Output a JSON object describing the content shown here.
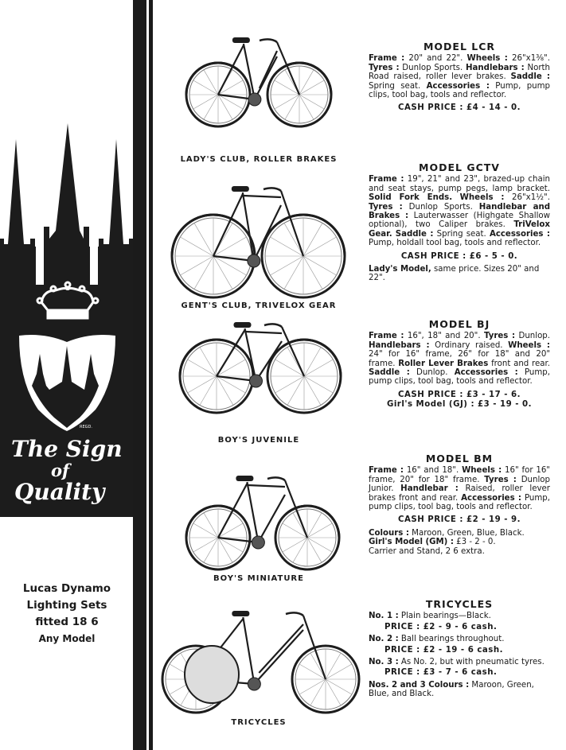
{
  "logo": {
    "text": "The Sign of Quality",
    "mark": "REGD."
  },
  "lucas": {
    "lines": [
      "Lucas Dynamo",
      "Lighting Sets",
      "fitted 18 6",
      "Any Model"
    ]
  },
  "captions": [
    "LADY'S CLUB, ROLLER BRAKES",
    "GENT'S CLUB, TRIVELOX GEAR",
    "BOY'S JUVENILE",
    "BOY'S MINIATURE",
    "TRICYCLES"
  ],
  "models": [
    {
      "title": "MODEL LCR",
      "spec": [
        [
          "Frame :",
          " 20\" and 22\". "
        ],
        [
          "Wheels :",
          " 26\"x1⅜\". "
        ],
        [
          "Tyres :",
          " Dunlop Sports. "
        ],
        [
          "Handlebars :",
          " North Road raised, roller lever brakes. "
        ],
        [
          "Saddle :",
          " Spring seat. "
        ],
        [
          "Accessories :",
          " Pump, pump clips, tool bag, tools and reflector."
        ]
      ],
      "prices": [
        "CASH PRICE :  £4 - 14 - 0."
      ],
      "notes": []
    },
    {
      "title": "MODEL GCTV",
      "spec": [
        [
          "Frame :",
          " 19\", 21\" and 23\", brazed-up chain and seat stays, pump pegs, lamp bracket. "
        ],
        [
          "Solid Fork Ends.",
          " "
        ],
        [
          "Wheels :",
          " 26\"x1½\". "
        ],
        [
          "Tyres :",
          " Dunlop Sports. "
        ],
        [
          "Handlebar and Brakes :",
          " Lauterwasser (Highgate Shallow optional), two Caliper brakes. "
        ],
        [
          "TriVelox Gear.",
          " "
        ],
        [
          "Saddle :",
          " Spring seat. "
        ],
        [
          "Accessories :",
          " Pump, holdall tool bag, tools and reflector."
        ]
      ],
      "prices": [
        "CASH PRICE :  £6 - 5 - 0."
      ],
      "notes": [
        [
          "Lady's Model,",
          " same price.  Sizes 20\" and 22\"."
        ]
      ]
    },
    {
      "title": "MODEL BJ",
      "spec": [
        [
          "Frame :",
          " 16\", 18\" and 20\". "
        ],
        [
          "Tyres :",
          " Dunlop. "
        ],
        [
          "Handlebars :",
          " Ordinary raised. "
        ],
        [
          "Wheels :",
          " 24\" for 16\" frame, 26\" for 18\" and 20\" frame. "
        ],
        [
          "Roller Lever Brakes",
          " front and rear. "
        ],
        [
          "Saddle :",
          " Dunlop. "
        ],
        [
          "Accessories :",
          " Pump, pump clips, tool bag, tools and reflector."
        ]
      ],
      "prices": [
        "CASH PRICE :  £3 - 17 - 6.",
        "Girl's Model (GJ) :  £3 - 19 - 0."
      ],
      "notes": []
    },
    {
      "title": "MODEL BM",
      "spec": [
        [
          "Frame :",
          " 16\" and 18\". "
        ],
        [
          "Wheels :",
          " 16\" for 16\" frame, 20\" for 18\" frame. "
        ],
        [
          "Tyres :",
          " Dunlop Junior. "
        ],
        [
          "Handlebar :",
          " Raised, roller lever brakes front and rear. "
        ],
        [
          "Accessories :",
          " Pump, pump clips, tool bag, tools and reflector."
        ]
      ],
      "prices": [
        "CASH PRICE :  £2 - 19 - 9."
      ],
      "notes": [
        [
          "Colours :",
          "  Maroon, Green, Blue, Black."
        ],
        [
          "Girl's Model (GM) :",
          "  £3 - 2 - 0."
        ],
        [
          "",
          "Carrier and Stand, 2 6 extra."
        ]
      ]
    }
  ],
  "tricycles": {
    "title": "TRICYCLES",
    "items": [
      {
        "label": "No. 1 :",
        "desc": " Plain bearings—Black.",
        "price": "PRICE :  £2 - 9 - 6 cash."
      },
      {
        "label": "No. 2 :",
        "desc": " Ball bearings throughout.",
        "price": "PRICE :  £2 - 19 - 6 cash."
      },
      {
        "label": "No. 3 :",
        "desc": " As No. 2, but with pneumatic tyres.",
        "price": "PRICE :  £3 - 7 - 6 cash."
      }
    ],
    "colours_label": "Nos. 2 and 3 Colours :",
    "colours": " Maroon, Green, Blue, and Black."
  }
}
